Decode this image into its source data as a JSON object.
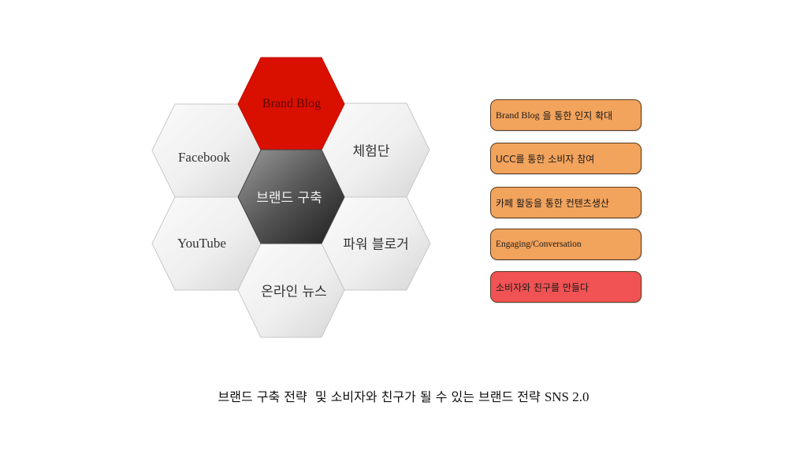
{
  "diagram": {
    "title": "Brand building SNS hexagon diagram",
    "center": {
      "label": "브랜드 구축",
      "color_from": "#8a8a8a",
      "color_to": "#1e1e1e"
    },
    "highlight": {
      "label": "Brand Blog",
      "color": "#D90F00"
    },
    "hexes": [
      {
        "label": "Facebook"
      },
      {
        "label": "체험단"
      },
      {
        "label": "YouTube"
      },
      {
        "label": "파워 블로거"
      },
      {
        "label": "온라인 뉴스"
      }
    ],
    "hex_fill_light": "#f8f8f8",
    "hex_fill_dark": "#d8d8d8"
  },
  "strategy_boxes": [
    {
      "text_latin": "Brand Blog",
      "text_korean": " 을 통한 인지 확대",
      "color": "#F2A35C"
    },
    {
      "text": "UCC를 통한 소비자 참여",
      "color": "#F2A35C"
    },
    {
      "text": "카페 활동을 통한 컨텐츠생산",
      "color": "#F2A35C"
    },
    {
      "text": "Engaging/Conversation",
      "color": "#F2A35C"
    },
    {
      "text": "소비자와 친구를 만들다",
      "color": "#F15253"
    }
  ],
  "caption": {
    "korean": "브랜드 구축 전략  및 소비자와 친구가 될 수 있는 브랜드 전략 ",
    "latin": "SNS 2.0"
  }
}
